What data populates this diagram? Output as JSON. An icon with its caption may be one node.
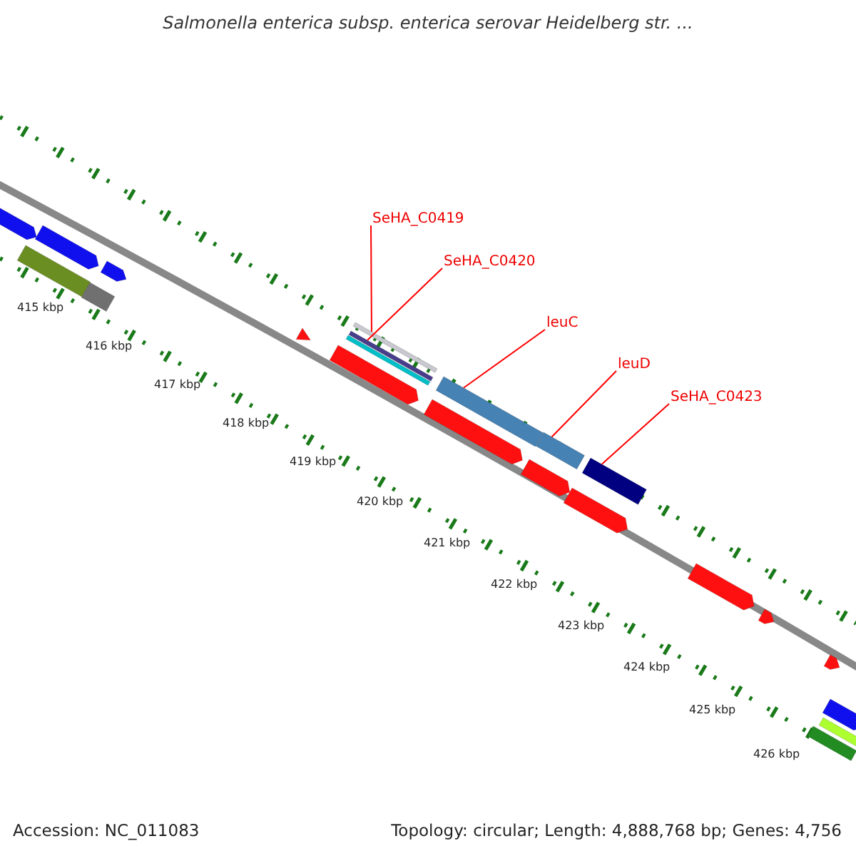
{
  "diagram": {
    "title": "Salmonella enterica subsp. enterica serovar Heidelberg str. ...",
    "nodes": [
      {
        "text": [
          "SeHA_C0419"
        ]
      },
      {
        "text": [
          "SeHA_C0420"
        ]
      },
      {
        "text": [
          "leuC"
        ]
      },
      {
        "text": [
          "leuD"
        ]
      },
      {
        "text": [
          "SeHA_C0423"
        ]
      },
      {
        "text": [],
        "shape": "bar"
      },
      {
        "text": [],
        "shape": "bar"
      },
      {
        "text": [],
        "shape": "bar"
      },
      {
        "text": [],
        "shape": "bar"
      },
      {
        "text": [],
        "shape": "bar"
      }
    ],
    "edges": [
      {
        "from": 0,
        "to": 5,
        "arrow": "none"
      },
      {
        "from": 1,
        "to": 6,
        "arrow": "none"
      },
      {
        "from": 2,
        "to": 7,
        "arrow": "none"
      },
      {
        "from": 3,
        "to": 8,
        "arrow": "none"
      },
      {
        "from": 4,
        "to": 9,
        "arrow": "none"
      }
    ],
    "labels": [
      "415 kbp",
      "416 kbp",
      "417 kbp",
      "418 kbp",
      "419 kbp",
      "420 kbp",
      "421 kbp",
      "422 kbp",
      "423 kbp",
      "424 kbp",
      "425 kbp",
      "426 kbp",
      "Accession: NC_011083",
      "Topology: circular; Length: 4,888,768 bp; Genes: 4,756"
    ]
  }
}
